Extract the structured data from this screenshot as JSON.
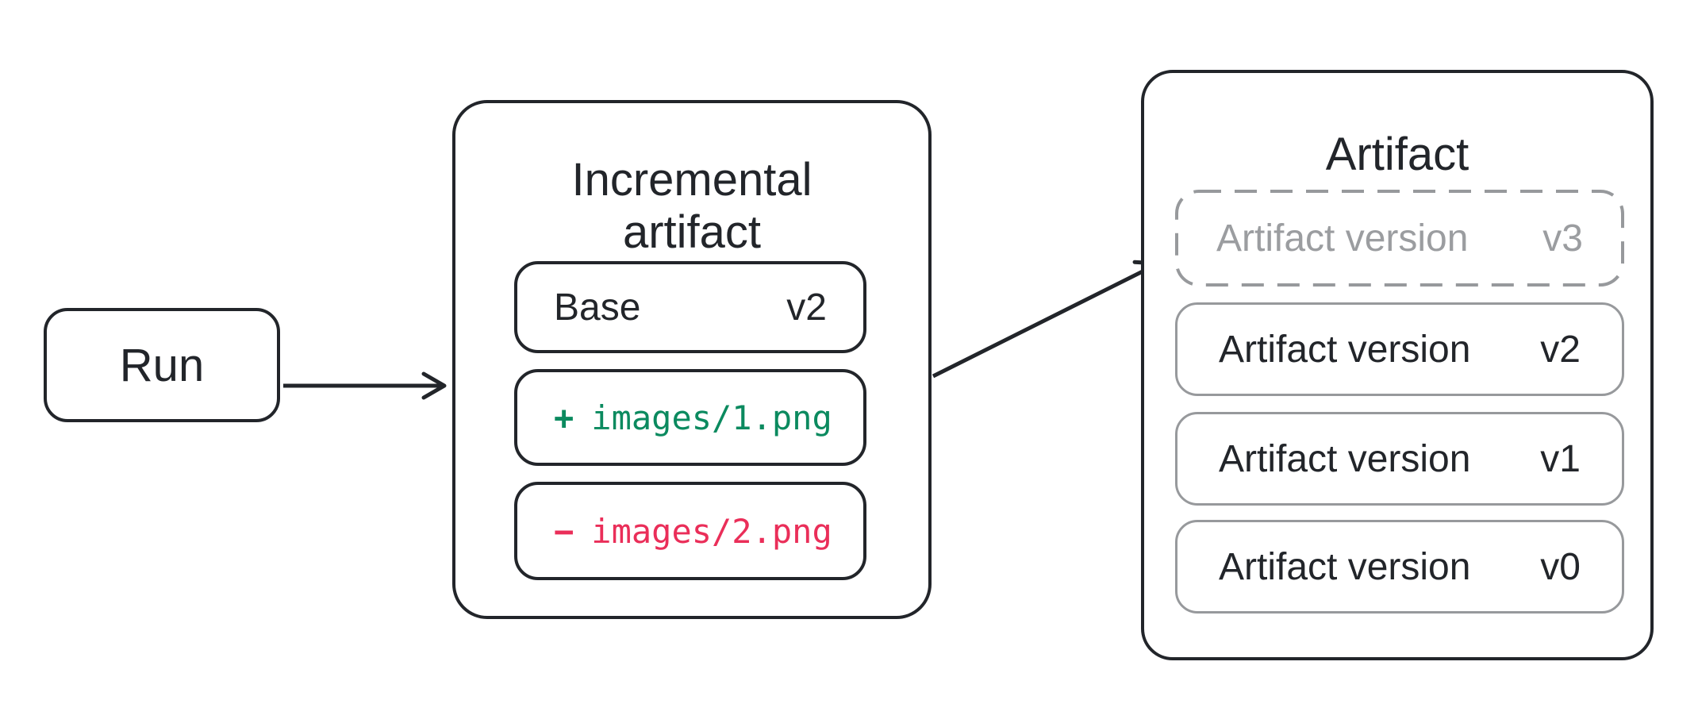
{
  "run": {
    "label": "Run"
  },
  "incremental_artifact": {
    "title_line1": "Incremental",
    "title_line2": "artifact",
    "base": {
      "label": "Base",
      "version": "v2"
    },
    "added_file": {
      "sign": "+",
      "path": "images/1.png"
    },
    "removed_file": {
      "sign": "−",
      "path": "images/2.png"
    }
  },
  "artifact": {
    "title": "Artifact",
    "pending_version": {
      "label": "Artifact version",
      "version": "v3"
    },
    "versions": [
      {
        "label": "Artifact version",
        "version": "v2"
      },
      {
        "label": "Artifact version",
        "version": "v1"
      },
      {
        "label": "Artifact version",
        "version": "v0"
      }
    ]
  },
  "colors": {
    "outline_dark": "#22252a",
    "outline_gray": "#97999c",
    "muted_text": "#9b9da0",
    "added_green": "#0b8a5f",
    "removed_red": "#ea2e59"
  }
}
